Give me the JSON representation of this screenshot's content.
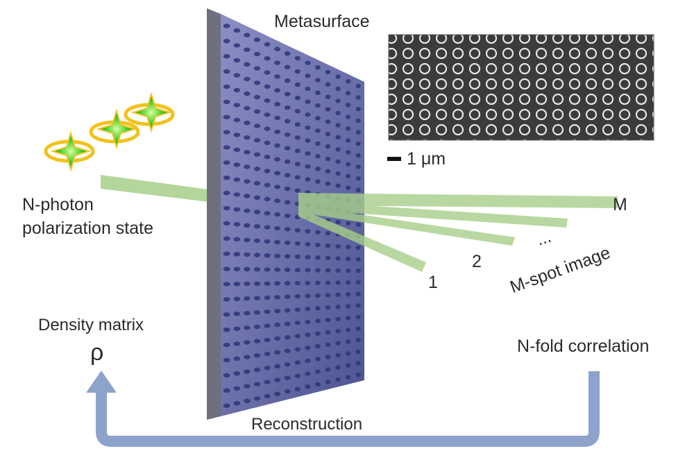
{
  "labels": {
    "metasurface": "Metasurface",
    "scale_bar": "1 μm",
    "photon_state_line1": "N-photon",
    "photon_state_line2": "polarization state",
    "density_matrix": "Density matrix",
    "rho": "ρ",
    "spot_m": "M",
    "spot_2": "2",
    "spot_1": "1",
    "ellipsis": "...",
    "m_spot_image": "M-spot image",
    "n_fold_correlation": "N-fold correlation",
    "reconstruction": "Reconstruction"
  },
  "colors": {
    "beam": "#a8cf8a",
    "metasurface_side": "#6b6e80",
    "metasurface_face": "#5a5f9a",
    "pillar": "#2f3478",
    "arrow": "#8ea3cc",
    "photon_star": "#3ccc2e",
    "photon_ring": "#f2c21a",
    "sem_bg": "#3a3a3a"
  },
  "icons": {
    "photon": "photon-star-icon",
    "arrow": "feedback-arrow-icon"
  },
  "photon_count": 3,
  "output_beam_count": 4
}
